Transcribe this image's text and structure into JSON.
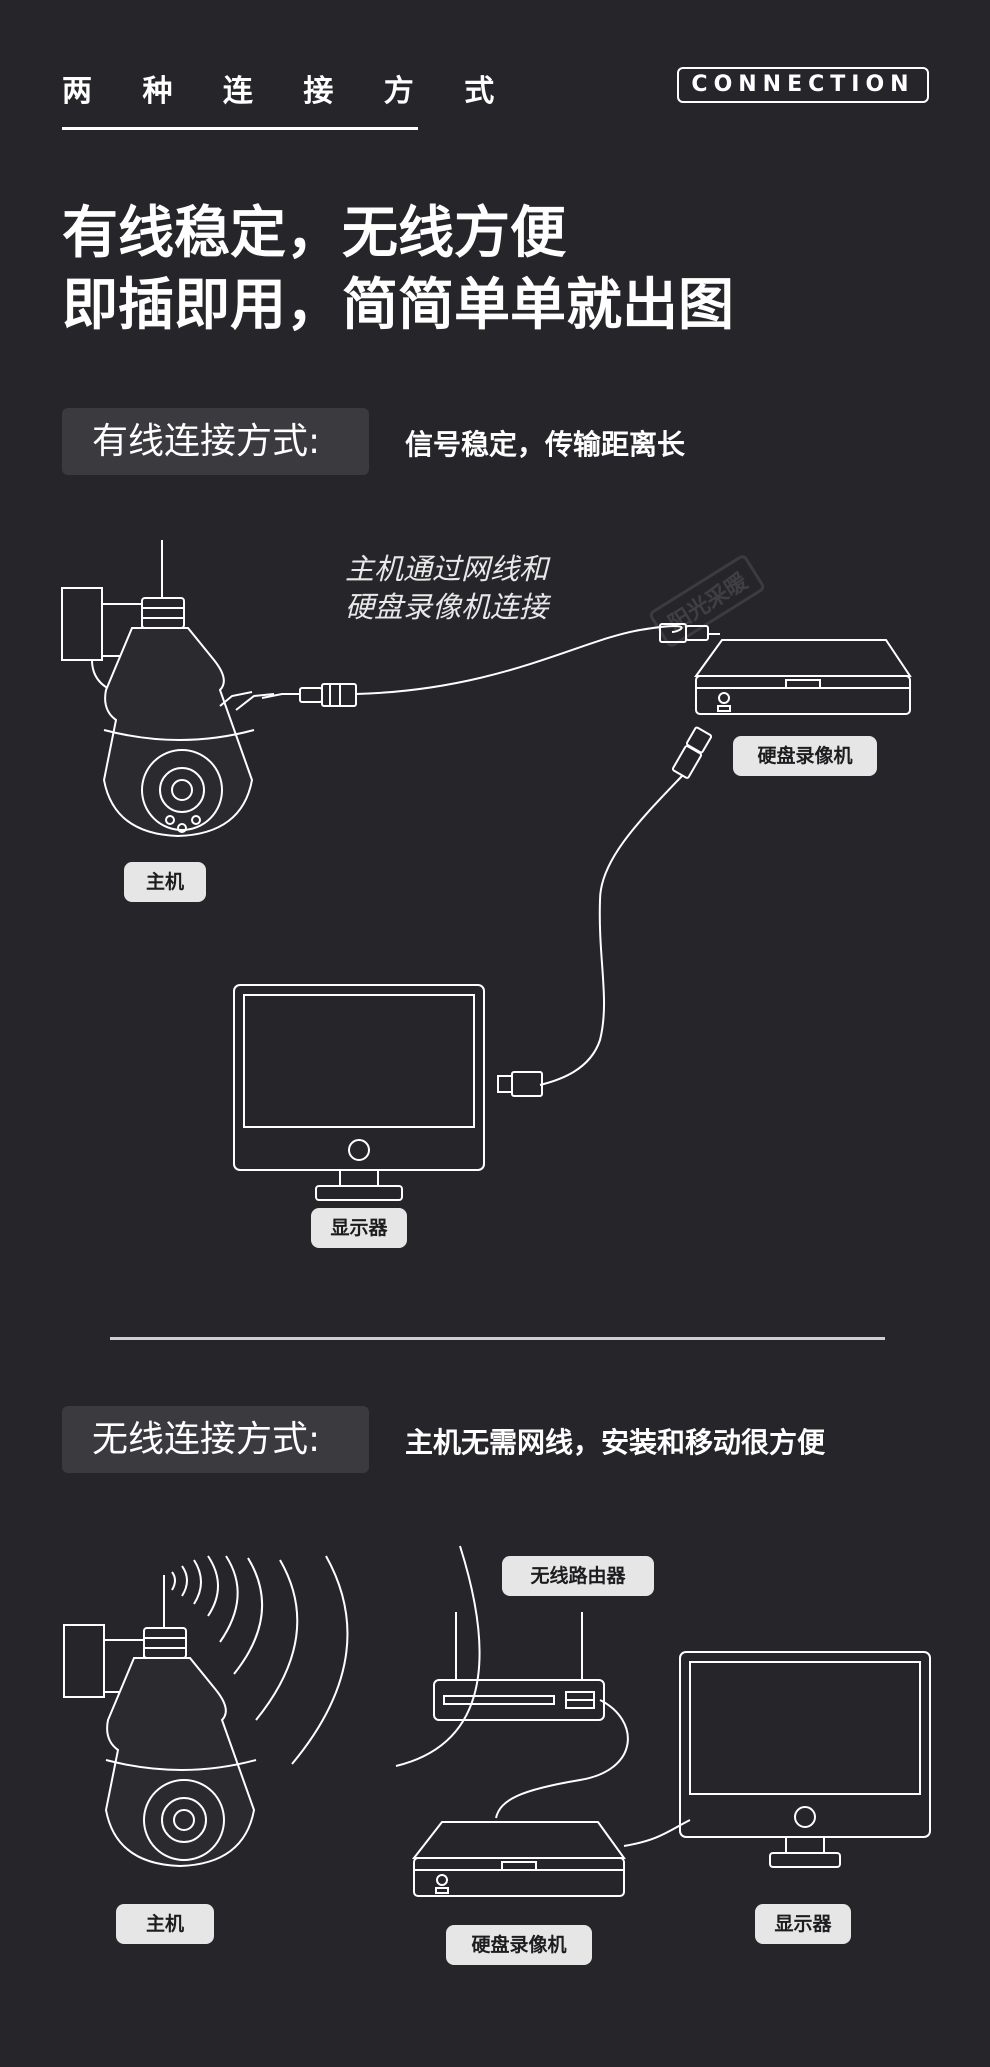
{
  "header": {
    "title": "两 种 连 接 方 式",
    "badge": "CONNECTION"
  },
  "headline": {
    "line1": "有线稳定，无线方便",
    "line2": "即插即用，简简单单就出图"
  },
  "wired": {
    "mode_label": "有线连接方式:",
    "mode_desc": "信号稳定，传输距离长",
    "note_line1": "主机通过网线和",
    "note_line2": "硬盘录像机连接",
    "host_label": "主机",
    "nvr_label": "硬盘录像机",
    "monitor_label": "显示器",
    "watermark": "阳光采暖"
  },
  "wireless": {
    "mode_label": "无线连接方式:",
    "mode_desc": "主机无需网线，安装和移动很方便",
    "router_label": "无线路由器",
    "host_label": "主机",
    "nvr_label": "硬盘录像机",
    "monitor_label": "显示器"
  },
  "colors": {
    "background": "#262529",
    "panel": "#3b3b3f",
    "pill": "#e6e6e6",
    "line": "#ffffff"
  }
}
